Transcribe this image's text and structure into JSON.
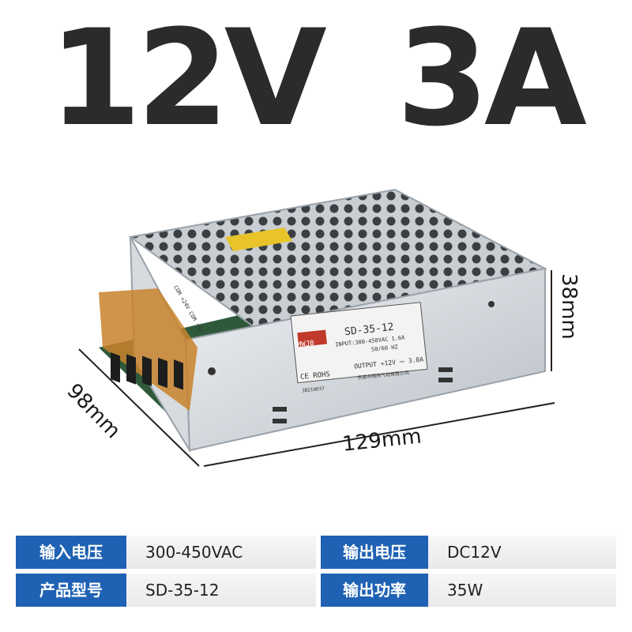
{
  "headline": {
    "voltage": "12V",
    "current": "3A"
  },
  "dimensions": {
    "length": "129mm",
    "width": "98mm",
    "height": "38mm"
  },
  "product_label": {
    "brand": "MWJB",
    "model": "SD-35-12",
    "input": "INPUT:300-450VAC 1.6A",
    "frequency": "50/60 HZ",
    "output": "OUTPUT +12V ⎓ 3.0A",
    "cert": "CE ROHS",
    "company": "乐清市明炜气动有限公司",
    "code": "JB21HD37"
  },
  "terminal_label": "COM +24V COM +5V",
  "specs": {
    "rows": [
      {
        "key1": "输入电压",
        "val1": "300-450VAC",
        "key2": "输出电压",
        "val2": "DC12V"
      },
      {
        "key1": "产品型号",
        "val1": "SD-35-12",
        "key2": "输出功率",
        "val2": "35W"
      }
    ]
  },
  "colors": {
    "header_cell": "#1f62b4",
    "headline_text": "#2b2b2b",
    "terminal": "#c8832c"
  }
}
